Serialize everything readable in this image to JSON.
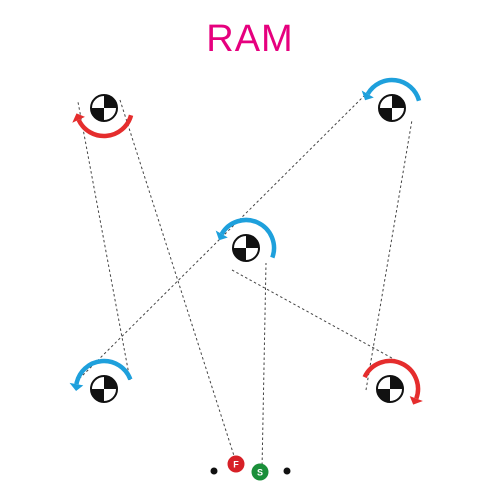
{
  "title": "RAM",
  "colors": {
    "title": "#e6007e",
    "clockwise": "#e52d2d",
    "counterclockwise": "#1ea0dc",
    "start_marker": "#1a8f3a",
    "finish_marker": "#d72027",
    "target": "#111111",
    "path": "#444444"
  },
  "markers": {
    "finish_label": "F",
    "start_label": "S"
  },
  "stations": [
    {
      "id": "top-left",
      "rotation": "clockwise"
    },
    {
      "id": "top-right",
      "rotation": "counterclockwise"
    },
    {
      "id": "center",
      "rotation": "counterclockwise"
    },
    {
      "id": "bottom-left",
      "rotation": "counterclockwise"
    },
    {
      "id": "bottom-right",
      "rotation": "clockwise"
    }
  ]
}
